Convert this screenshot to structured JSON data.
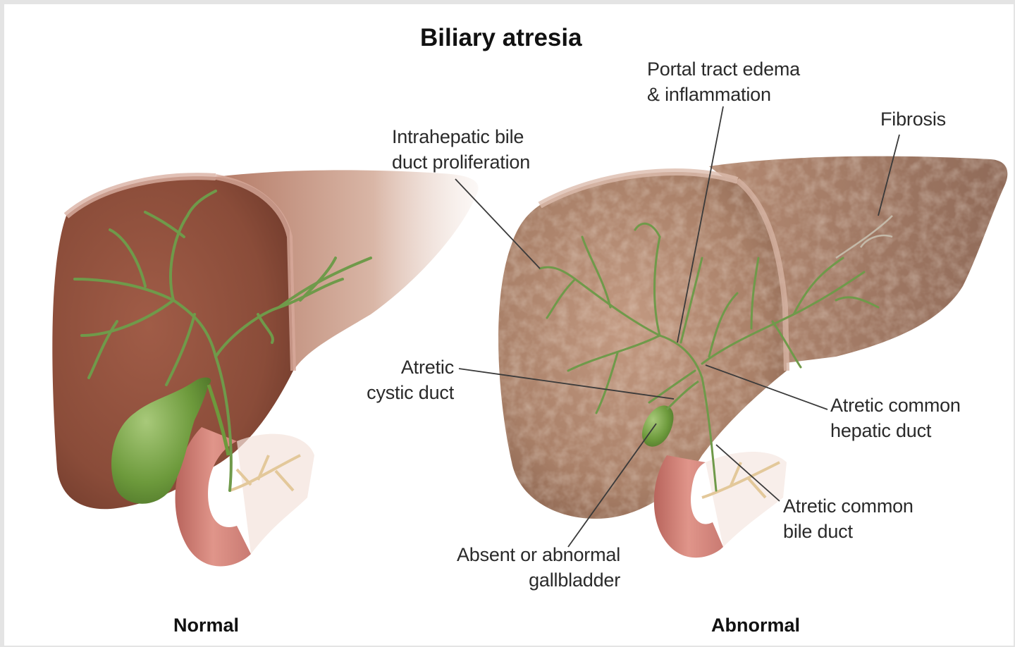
{
  "title": "Biliary atresia",
  "panels": {
    "normal": {
      "caption": "Normal"
    },
    "abnormal": {
      "caption": "Abnormal"
    }
  },
  "labels": {
    "portal_tract": {
      "line1": "Portal tract edema",
      "line2": "& inflammation"
    },
    "fibrosis": {
      "line1": "Fibrosis"
    },
    "intrahepatic": {
      "line1": "Intrahepatic bile",
      "line2": "duct proliferation"
    },
    "cystic_duct": {
      "line1": "Atretic",
      "line2": "cystic duct"
    },
    "common_hepatic": {
      "line1": "Atretic common",
      "line2": "hepatic duct"
    },
    "common_bile": {
      "line1": "Atretic common",
      "line2": "bile duct"
    },
    "gallbladder": {
      "line1": "Absent or abnormal",
      "line2": "gallbladder"
    }
  },
  "colors": {
    "normal_liver": "#8e4f3c",
    "abnormal_liver": "#a87d66",
    "bile_duct": "#6f9a4a",
    "gallbladder": "#6d9a3c",
    "duodenum": "#c97a72",
    "pancreatic_duct": "#e8d3a8"
  }
}
